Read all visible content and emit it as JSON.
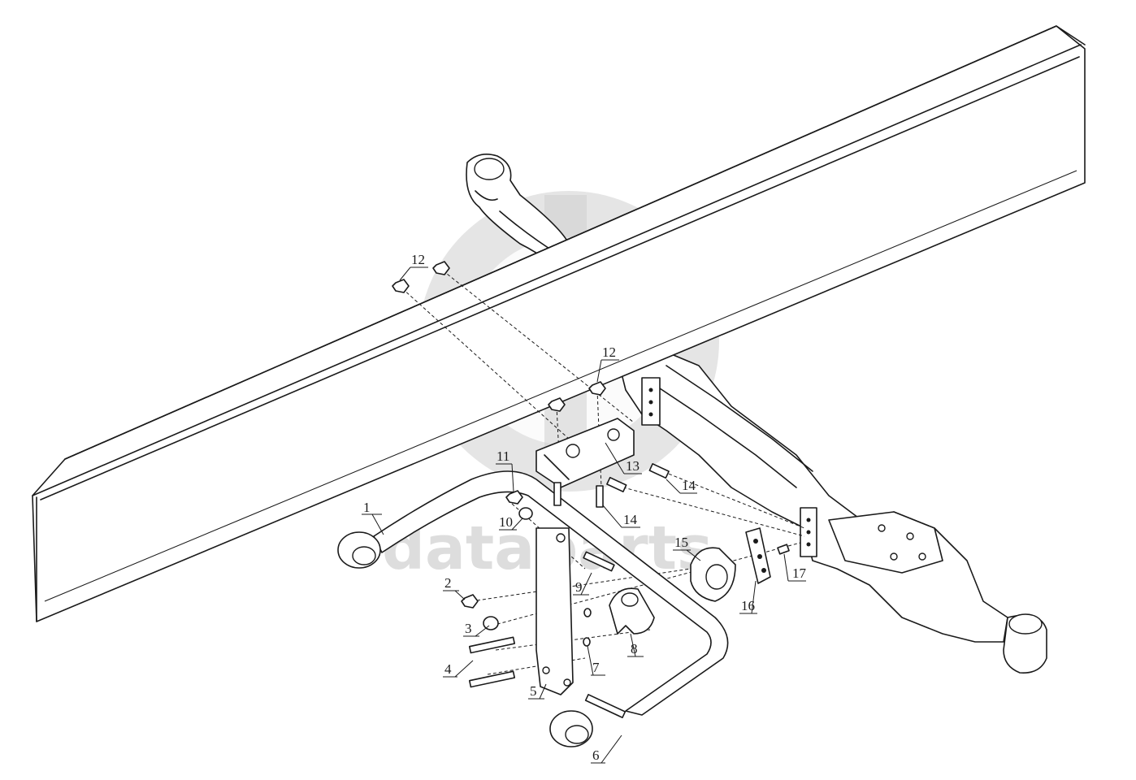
{
  "watermark": {
    "text": "dataparts",
    "color": "#cfcfcf"
  },
  "callouts": [
    {
      "id": "c1",
      "label": "1"
    },
    {
      "id": "c2",
      "label": "2"
    },
    {
      "id": "c3",
      "label": "3"
    },
    {
      "id": "c4",
      "label": "4"
    },
    {
      "id": "c5",
      "label": "5"
    },
    {
      "id": "c6",
      "label": "6"
    },
    {
      "id": "c7",
      "label": "7"
    },
    {
      "id": "c8",
      "label": "8"
    },
    {
      "id": "c9",
      "label": "9"
    },
    {
      "id": "c10",
      "label": "10"
    },
    {
      "id": "c11",
      "label": "11"
    },
    {
      "id": "c12a",
      "label": "12"
    },
    {
      "id": "c12b",
      "label": "12"
    },
    {
      "id": "c13",
      "label": "13"
    },
    {
      "id": "c14a",
      "label": "14"
    },
    {
      "id": "c14b",
      "label": "14"
    },
    {
      "id": "c15",
      "label": "15"
    },
    {
      "id": "c16",
      "label": "16"
    },
    {
      "id": "c17",
      "label": "17"
    }
  ]
}
